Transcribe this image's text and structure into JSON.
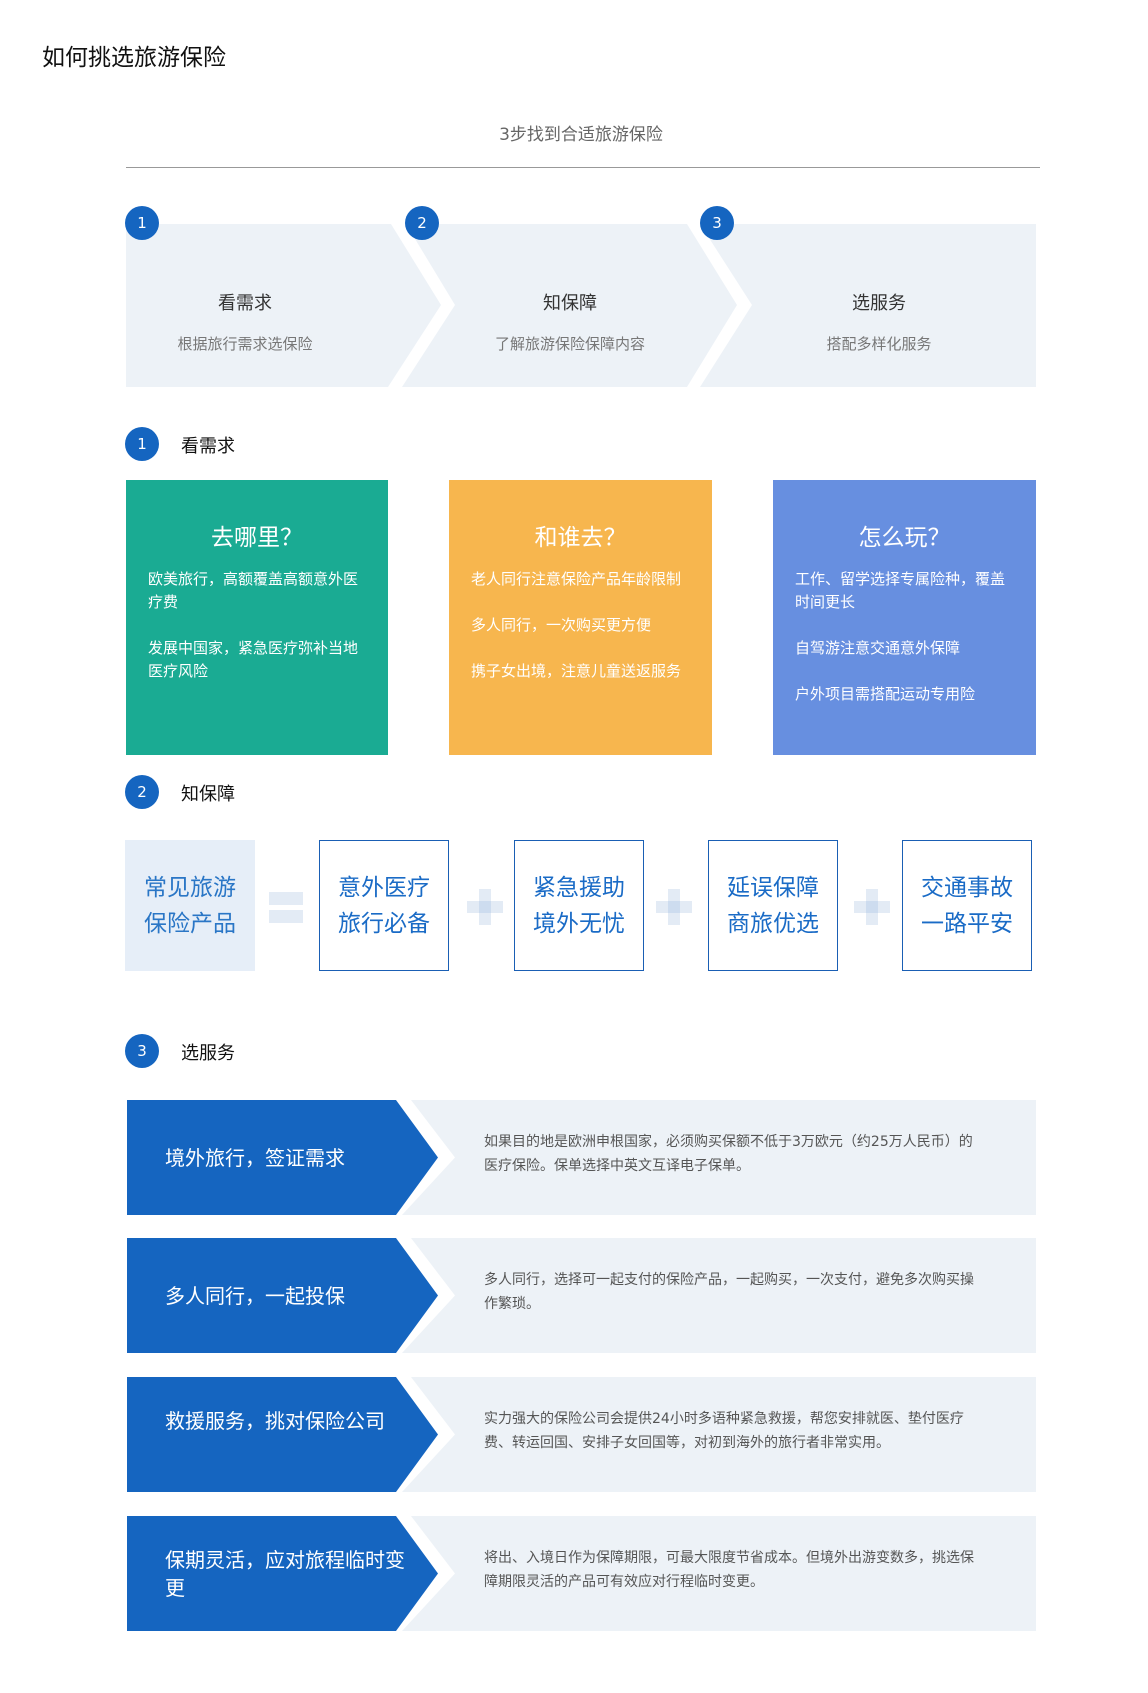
{
  "page_title": "如何挑选旅游保险",
  "subtitle": "3步找到合适旅游保险",
  "steps": [
    {
      "num": "1",
      "title": "看需求",
      "desc": "根据旅行需求选保险"
    },
    {
      "num": "2",
      "title": "知保障",
      "desc": "了解旅游保险保障内容"
    },
    {
      "num": "3",
      "title": "选服务",
      "desc": "搭配多样化服务"
    }
  ],
  "section1": {
    "num": "1",
    "label": "看需求",
    "cards": [
      {
        "title": "去哪里？",
        "items": [
          "欧美旅行，高额覆盖高额意外医疗费",
          "发展中国家，紧急医疗弥补当地医疗风险"
        ],
        "color": "#1aab93"
      },
      {
        "title": "和谁去？",
        "items": [
          "老人同行注意保险产品年龄限制",
          "多人同行，一次购买更方便",
          "携子女出境，注意儿童送返服务"
        ],
        "color": "#f7b64e"
      },
      {
        "title": "怎么玩？",
        "items": [
          "工作、留学选择专属险种，覆盖时间更长",
          "自驾游注意交通意外保障",
          "户外项目需搭配运动专用险"
        ],
        "color": "#678fe0"
      }
    ]
  },
  "section2": {
    "num": "2",
    "label": "知保障",
    "boxes": [
      {
        "l1": "常见旅游",
        "l2": "保险产品"
      },
      {
        "l1": "意外医疗",
        "l2": "旅行必备"
      },
      {
        "l1": "紧急援助",
        "l2": "境外无忧"
      },
      {
        "l1": "延误保障",
        "l2": "商旅优选"
      },
      {
        "l1": "交通事故",
        "l2": "一路平安"
      }
    ]
  },
  "section3": {
    "num": "3",
    "label": "选服务",
    "rows": [
      {
        "title": "境外旅行，签证需求",
        "desc": "如果目的地是欧洲申根国家，必须购买保额不低于3万欧元（约25万人民币）的医疗保险。保单选择中英文互译电子保单。"
      },
      {
        "title": "多人同行，一起投保",
        "desc": "多人同行，选择可一起支付的保险产品，一起购买，一次支付，避免多次购买操作繁琐。"
      },
      {
        "title": "救援服务，挑对保险公司",
        "desc": "实力强大的保险公司会提供24小时多语种紧急救援，帮您安排就医、垫付医疗费、转运回国、安排子女回国等，对初到海外的旅行者非常实用。"
      },
      {
        "title": "保期灵活，应对旅程临时变更",
        "desc": "将出、入境日作为保障期限，可最大限度节省成本。但境外出游变数多，挑选保障期限灵活的产品可有效应对行程临时变更。"
      }
    ]
  },
  "colors": {
    "primary": "#1565c0",
    "panel": "#edf2f7"
  }
}
